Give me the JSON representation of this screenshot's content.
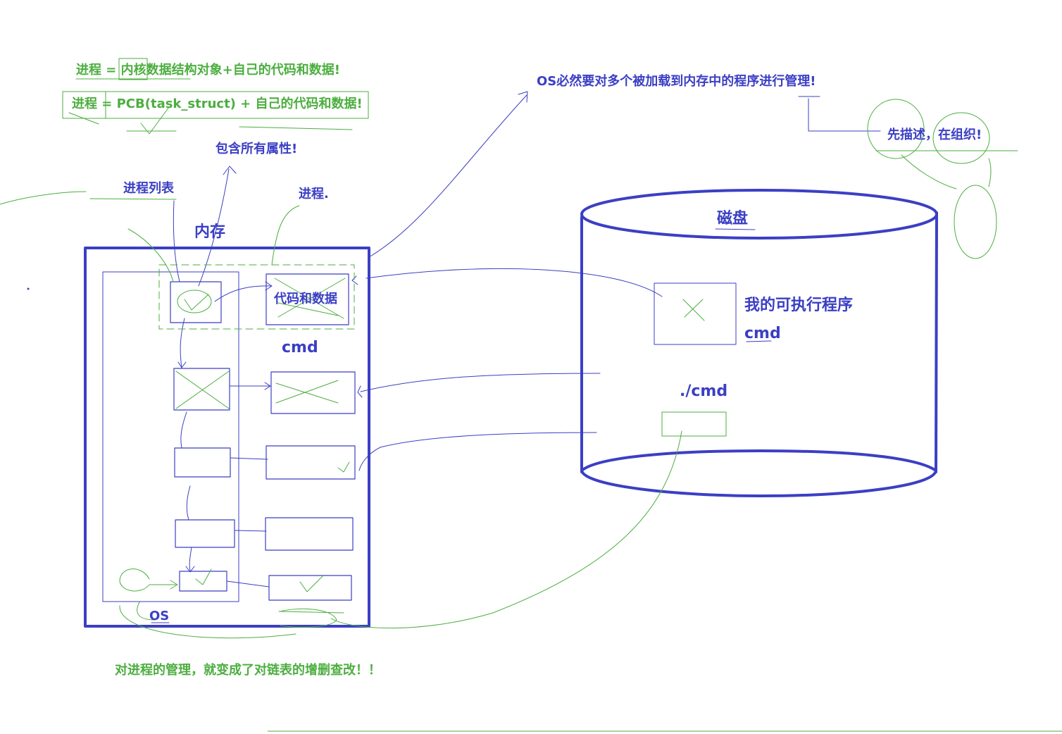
{
  "colors": {
    "blue_ink": "#3b3fc4",
    "green_ink": "#4cae3f",
    "background": "#ffffff"
  },
  "notes": {
    "process_def_1": "进程 = 内核数据结构对象+自己的代码和数据!",
    "process_def_2": "进程 = PCB(task_struct) + 自己的代码和数据!",
    "contains_all_attrs": "包含所有属性!",
    "os_must_manage": "OS必然要对多个被加载到内存中的程序进行管理!",
    "describe_then_organize": "先描述，在组织!",
    "manage_becomes_list_ops": "对进程的管理，就变成了对链表的增删查改！！"
  },
  "memory": {
    "title": "内存",
    "process_list_label": "进程列表",
    "process_label": "进程.",
    "code_data_label": "代码和数据",
    "cmd_label": "cmd",
    "os_label": "OS"
  },
  "disk": {
    "title": "磁盘",
    "program_label": "我的可执行程序",
    "program_name": "cmd",
    "run_command": "./cmd"
  }
}
